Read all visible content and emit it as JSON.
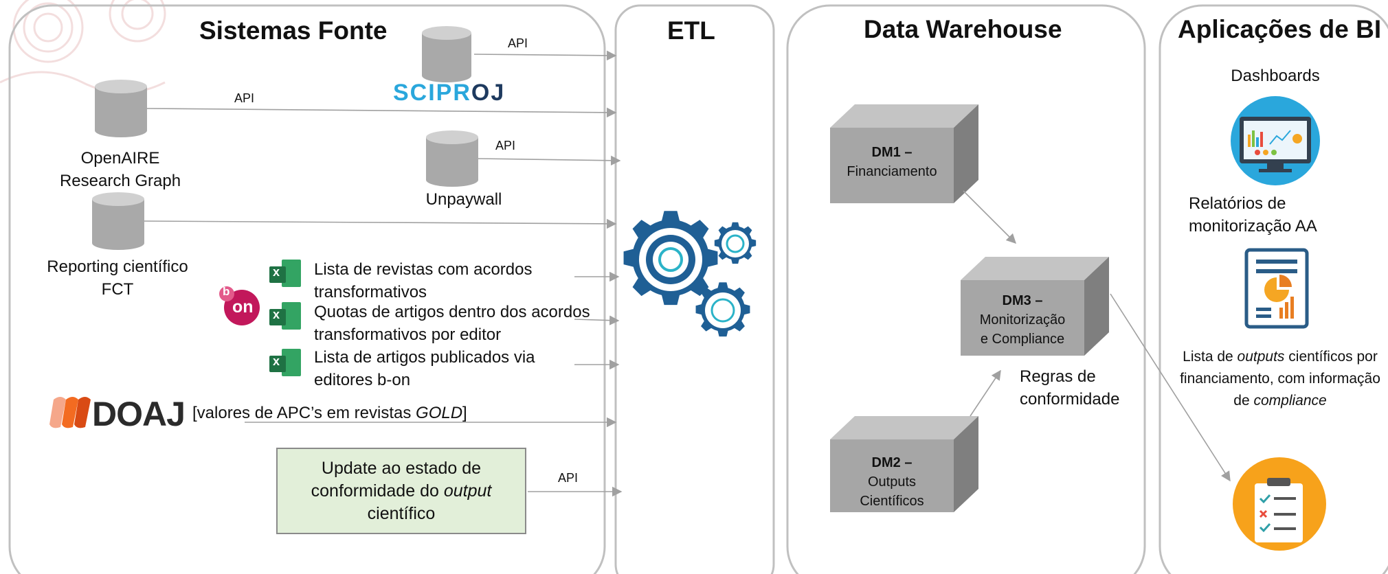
{
  "columns": {
    "sources_title": "Sistemas Fonte",
    "etl_title": "ETL",
    "dw_title": "Data Warehouse",
    "bi_title": "Aplicações de BI"
  },
  "sources": {
    "sciproj_logo": "SCIPR",
    "sciproj_logo_tail": "OJ",
    "openaire_line1": "OpenAIRE",
    "openaire_line2": "Research Graph",
    "unpaywall": "Unpaywall",
    "reporting_line1": "Reporting científico",
    "reporting_line2": "FCT",
    "bon_logo_b": "b",
    "bon_logo_on": "on",
    "excel1_line1": "Lista de revistas com acordos",
    "excel1_line2": "transformativos",
    "excel2_line1": "Quotas de artigos dentro dos acordos",
    "excel2_line2": "transformativos por editor",
    "excel3_line1": "Lista de artigos publicados  via",
    "excel3_line2": "editores b-on",
    "doaj_logo": "DOAJ",
    "doaj_text_a": "[valores de APC’s em revistas ",
    "doaj_text_em": "GOLD",
    "doaj_text_b": "]",
    "update_a": "Update ao estado de conformidade do ",
    "update_em": "output",
    "update_b": " científico",
    "excel_letter": "x"
  },
  "api_labels": {
    "sciproj": "API",
    "openaire": "API",
    "unpaywall": "API",
    "update": "API"
  },
  "data_marts": {
    "dm1_code": "DM1 –",
    "dm1_name": "Financiamento",
    "dm2_code": "DM2 –",
    "dm2_name_line1": "Outputs",
    "dm2_name_line2": "Científicos",
    "dm3_code": "DM3 –",
    "dm3_name_line1": "Monitorização",
    "dm3_name_line2": "e Compliance"
  },
  "rules_line1": "Regras de",
  "rules_line2": "conformidade",
  "bi": {
    "dashboards": "Dashboards",
    "reports_line1": "Relatórios de",
    "reports_line2": "monitorização AA",
    "outputs_a": "Lista de ",
    "outputs_em1": "outputs",
    "outputs_b": " científicos por financiamento, com informação de ",
    "outputs_em2": "compliance"
  },
  "colors": {
    "gear_blue": "#1f5f95",
    "cube_front": "#a6a6a6",
    "cube_top": "#c4c4c4",
    "cube_side": "#7f7f7f",
    "db_gray": "#a9a9a9",
    "excel_green": "#1f7244",
    "doaj_orange": "#f36b21",
    "bon_magenta": "#c2185b",
    "update_fill": "#e2efd9",
    "checklist_orange": "#f7a21b",
    "dashboard_cyan": "#2aa7dc"
  }
}
